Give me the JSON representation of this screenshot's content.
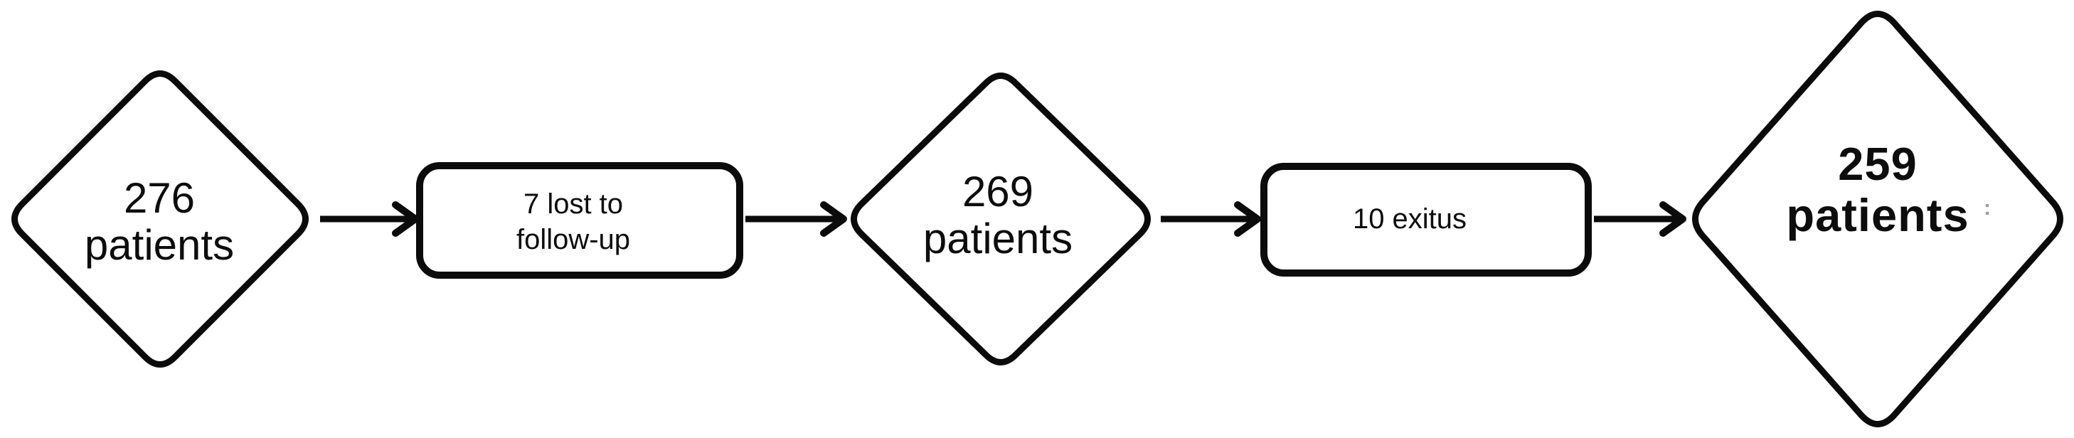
{
  "figure": {
    "type": "patient-flow-diagram",
    "background_color": "#ffffff",
    "stroke_color": "#0b0b0b",
    "text_color": "#0d0d0d",
    "nodes": [
      {
        "id": "start",
        "shape": "diamond",
        "text": "276 patients",
        "lines": [
          "276",
          "patients"
        ],
        "bold": false
      },
      {
        "id": "lost",
        "shape": "rounded-rect",
        "text": "7 lost to follow-up",
        "lines": [
          "7 lost to",
          "follow-up"
        ],
        "bold": false
      },
      {
        "id": "mid",
        "shape": "diamond",
        "text": "269 patients",
        "lines": [
          "269",
          "patients"
        ],
        "bold": false
      },
      {
        "id": "exitus",
        "shape": "rounded-rect",
        "text": "10 exitus",
        "lines": [
          "10 exitus"
        ],
        "bold": false
      },
      {
        "id": "end",
        "shape": "diamond",
        "text": "259 patients",
        "lines": [
          "259",
          "patients"
        ],
        "bold": true
      }
    ],
    "edges": [
      {
        "from": "start",
        "to": "lost",
        "style": "arrow-right"
      },
      {
        "from": "lost",
        "to": "mid",
        "style": "arrow-right"
      },
      {
        "from": "mid",
        "to": "exitus",
        "style": "arrow-right"
      },
      {
        "from": "exitus",
        "to": "end",
        "style": "arrow-right"
      }
    ],
    "artifact_mark": ":"
  }
}
